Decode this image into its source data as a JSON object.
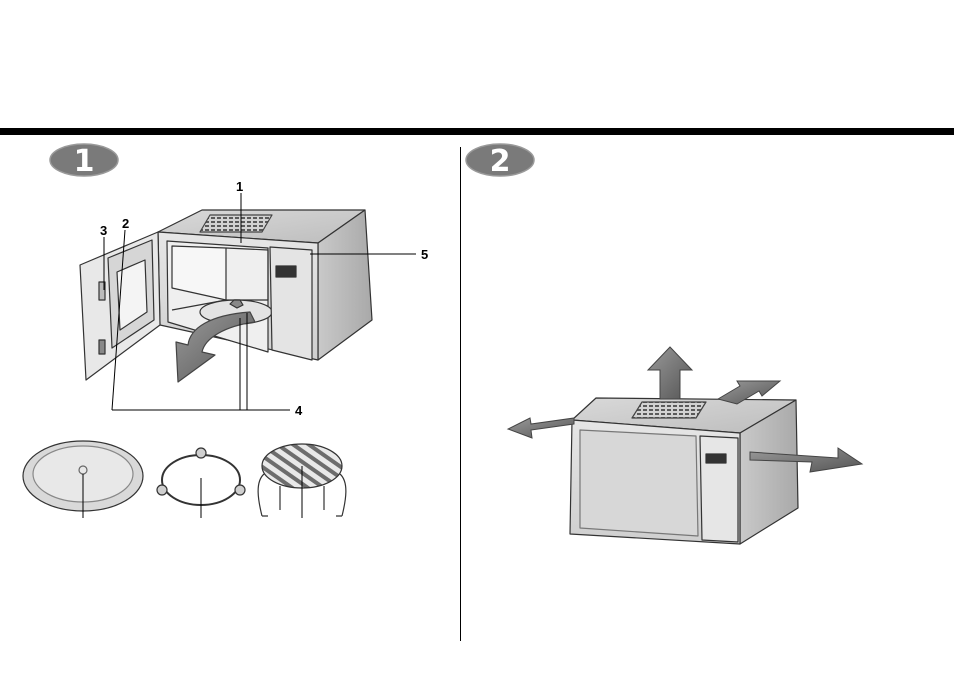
{
  "steps": [
    {
      "number": "1"
    },
    {
      "number": "2"
    }
  ],
  "callouts": {
    "c1": "1",
    "c2": "2",
    "c3": "3",
    "c4": "4",
    "c5": "5"
  },
  "colors": {
    "badge": "#7a7a7a",
    "arrow": "#6f6f6f",
    "body": "#dcdcdc",
    "rule": "#000000"
  }
}
